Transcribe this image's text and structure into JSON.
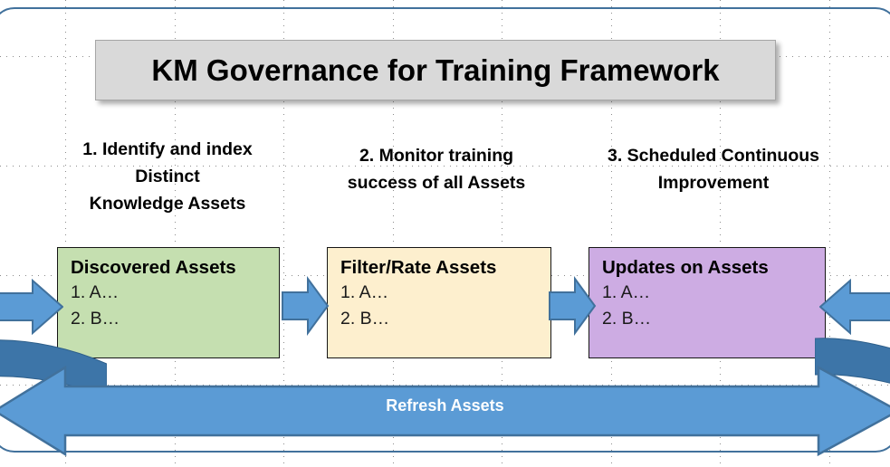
{
  "slide": {
    "title": "KM Governance for Training Framework",
    "frame_color": "#41719C",
    "title_fill": "#D9D9D9"
  },
  "captions": [
    {
      "number": "1.",
      "lines": [
        "1.    Identify and index",
        "Distinct",
        "Knowledge Assets"
      ]
    },
    {
      "number": "2.",
      "lines": [
        "2.   Monitor training",
        "success of all Assets"
      ]
    },
    {
      "number": "3.",
      "lines": [
        "3. Scheduled Continuous",
        "Improvement"
      ]
    }
  ],
  "stages": [
    {
      "title": "Discovered Assets",
      "items": [
        "1. A…",
        "2. B…"
      ],
      "fill": "#C5DFB0"
    },
    {
      "title": "Filter/Rate Assets",
      "items": [
        "1. A…",
        "2. B…"
      ],
      "fill": "#FDEFCE"
    },
    {
      "title": "Updates on Assets",
      "items": [
        "1. A…",
        "2. B…"
      ],
      "fill": "#CDACE3"
    }
  ],
  "connectors": {
    "arrow_fill": "#5B9BD5",
    "arrow_stroke": "#41719C",
    "names": [
      "stage-1-to-stage-2",
      "stage-2-to-stage-3"
    ]
  },
  "refresh": {
    "label": "Refresh Assets",
    "fill": "#5B9BD5",
    "stroke": "#41719C",
    "band_fill": "#3D75A8"
  },
  "icons": {
    "right_arrow": "arrow-right-icon",
    "left_arrow": "arrow-left-icon",
    "return_band": "curved-return-band-icon"
  }
}
